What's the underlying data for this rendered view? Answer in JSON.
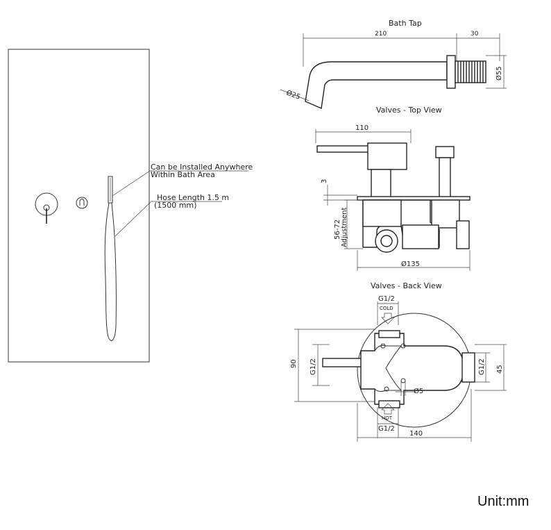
{
  "labels": {
    "install_note_1": "Can be Installed Anywhere",
    "install_note_2": "Within Bath Area",
    "hose_note_1": "Hose Length 1.5 m",
    "hose_note_2": "(1500 mm)",
    "bath_tap_title": "Bath Tap",
    "top_view_title": "Valves - Top View",
    "back_view_title": "Valves - Back View",
    "unit": "Unit:mm"
  },
  "dims": {
    "tap_length": "210",
    "tap_flange": "30",
    "tap_dia_55": "Ø55",
    "tap_dia_25": "Ø25",
    "top_width": "110",
    "top_3": "3",
    "adjust_range": "56-72",
    "adjust_label": "Adjustment",
    "top_dia_135": "Ø135",
    "back_g_top": "G1/2",
    "back_cold": "COLD",
    "back_hot": "HOT",
    "back_g_bottom": "G1/2",
    "back_g_left": "G1/2",
    "back_g_right": "G1/2",
    "back_90": "90",
    "back_45": "45",
    "back_dia_5": "Ø5",
    "back_140": "140"
  }
}
